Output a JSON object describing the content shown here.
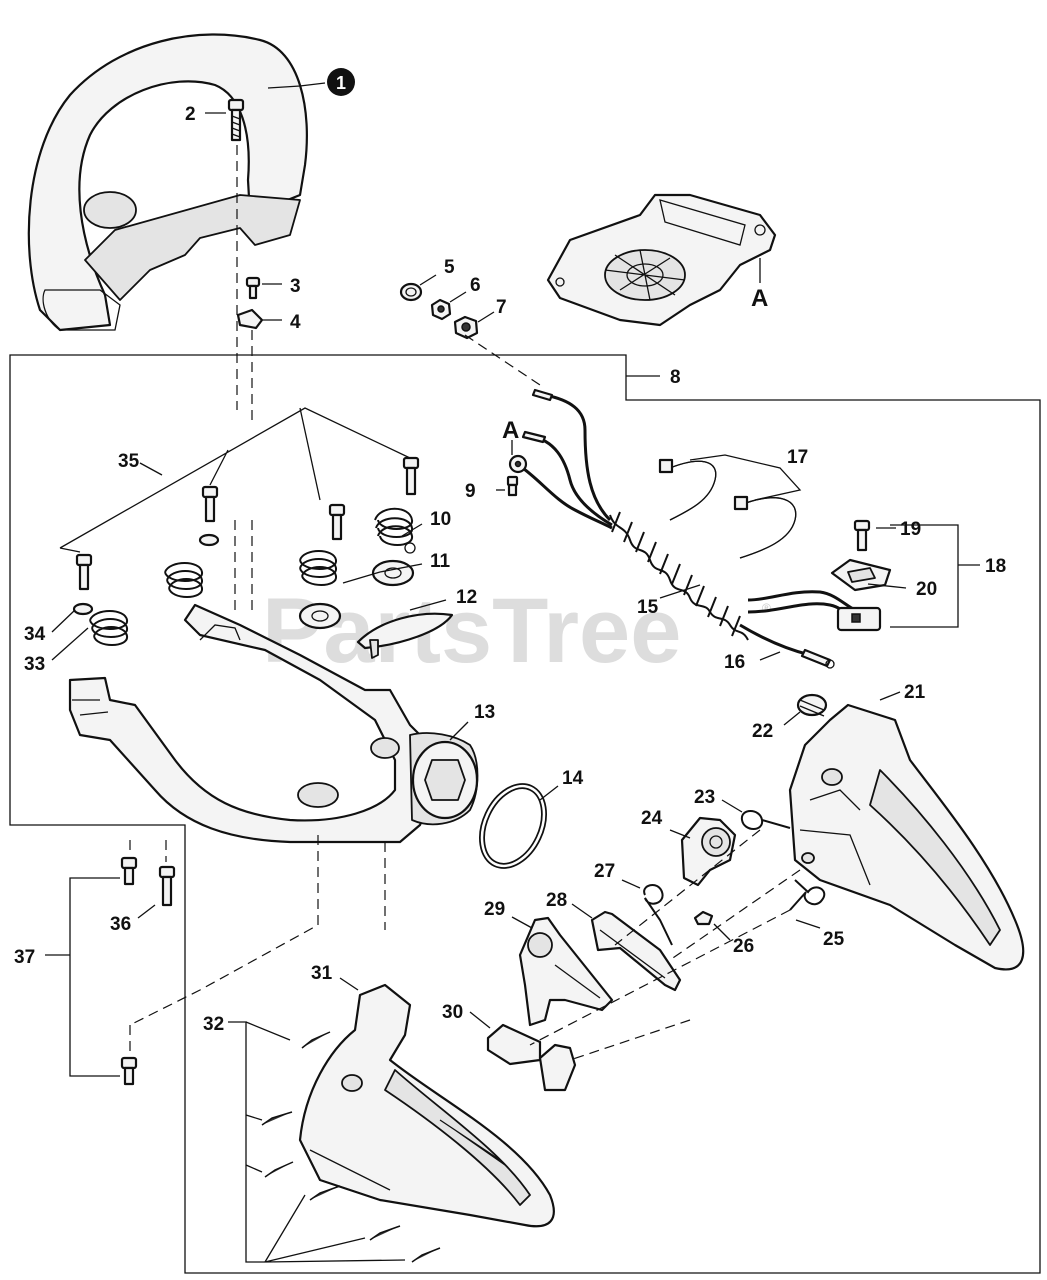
{
  "watermark": "PartsTree",
  "watermark_mark": "®",
  "reference_letter": "A",
  "callouts": {
    "c1": "1",
    "c2": "2",
    "c3": "3",
    "c4": "4",
    "c5": "5",
    "c6": "6",
    "c7": "7",
    "c8": "8",
    "c9": "9",
    "c10": "10",
    "c11": "11",
    "c12": "12",
    "c13": "13",
    "c14": "14",
    "c15": "15",
    "c16": "16",
    "c17": "17",
    "c18": "18",
    "c19": "19",
    "c20": "20",
    "c21": "21",
    "c22": "22",
    "c23": "23",
    "c24": "24",
    "c25": "25",
    "c26": "26",
    "c27": "27",
    "c28": "28",
    "c29": "29",
    "c30": "30",
    "c31": "31",
    "c32": "32",
    "c33": "33",
    "c34": "34",
    "c35": "35",
    "c36": "36",
    "c37": "37"
  }
}
